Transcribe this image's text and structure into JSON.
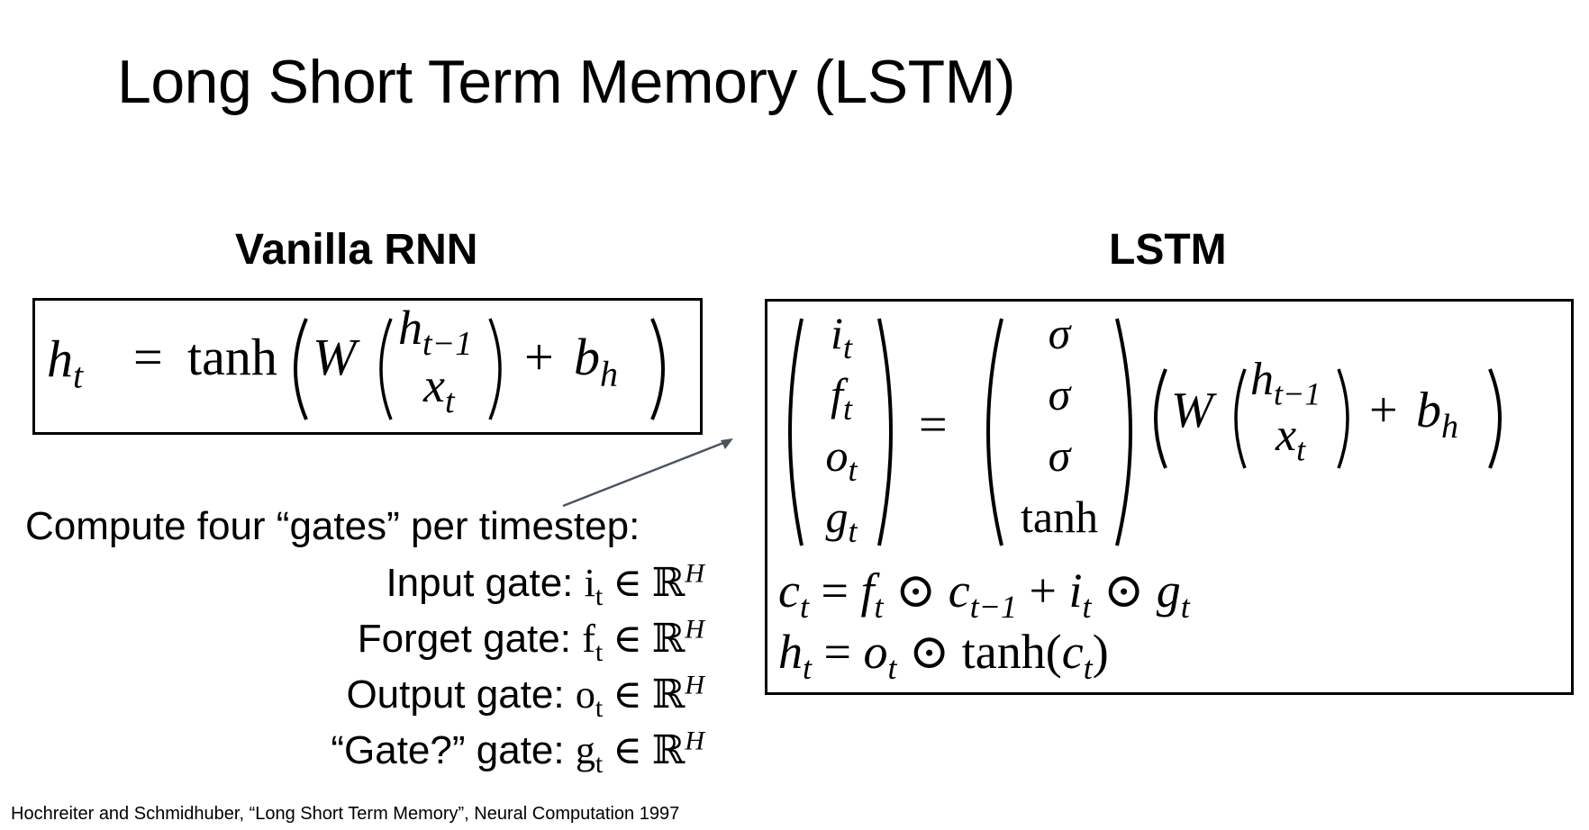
{
  "slide": {
    "title": "Long Short Term Memory (LSTM)",
    "rnn_heading": "Vanilla RNN",
    "lstm_heading": "LSTM",
    "rnn_equation": {
      "lhs": "h",
      "lhs_sub": "t",
      "equals": "=",
      "fn": "tanh",
      "weight": "W",
      "vec_top": "h",
      "vec_top_sub": "t−1",
      "vec_bottom": "x",
      "vec_bottom_sub": "t",
      "plus": "+",
      "bias": "b",
      "bias_sub": "h"
    },
    "lstm_equation": {
      "gates": [
        {
          "sym": "i",
          "sub": "t"
        },
        {
          "sym": "f",
          "sub": "t"
        },
        {
          "sym": "o",
          "sub": "t"
        },
        {
          "sym": "g",
          "sub": "t"
        }
      ],
      "equals": "=",
      "activations": [
        "σ",
        "σ",
        "σ",
        "tanh"
      ],
      "weight": "W",
      "vec_top": "h",
      "vec_top_sub": "t−1",
      "vec_bottom": "x",
      "vec_bottom_sub": "t",
      "plus": "+",
      "bias": "b",
      "bias_sub": "h",
      "cell_eq": {
        "c": "c",
        "c_sub": "t",
        "eq": "=",
        "f": "f",
        "f_sub": "t",
        "odot": "⊙",
        "cprev": "c",
        "cprev_sub": "t−1",
        "plus": "+",
        "i": "i",
        "i_sub": "t",
        "odot2": "⊙",
        "g": "g",
        "g_sub": "t"
      },
      "hidden_eq": {
        "h": "h",
        "h_sub": "t",
        "eq": "=",
        "o": "o",
        "o_sub": "t",
        "odot": "⊙",
        "fn": "tanh",
        "lp": "(",
        "c": "c",
        "c_sub": "t",
        "rp": ")"
      }
    },
    "gates_intro": "Compute four “gates” per timestep:",
    "gate_lines": [
      {
        "label": "Input gate: ",
        "sym": "i",
        "sub": "t",
        "rest": " ∈ ℝ",
        "sup": "H"
      },
      {
        "label": "Forget gate: ",
        "sym": "f",
        "sub": "t",
        "rest": " ∈ ℝ",
        "sup": "H"
      },
      {
        "label": "Output gate: ",
        "sym": "o",
        "sub": "t",
        "rest": " ∈ ℝ",
        "sup": "H"
      },
      {
        "label": "“Gate?” gate: ",
        "sym": "g",
        "sub": "t",
        "rest": " ∈ ℝ",
        "sup": "H"
      }
    ],
    "citation": "Hochreiter and Schmidhuber, “Long Short Term Memory”, Neural Computation 1997",
    "colors": {
      "arrow": "#4a5460",
      "text": "#000000"
    }
  }
}
